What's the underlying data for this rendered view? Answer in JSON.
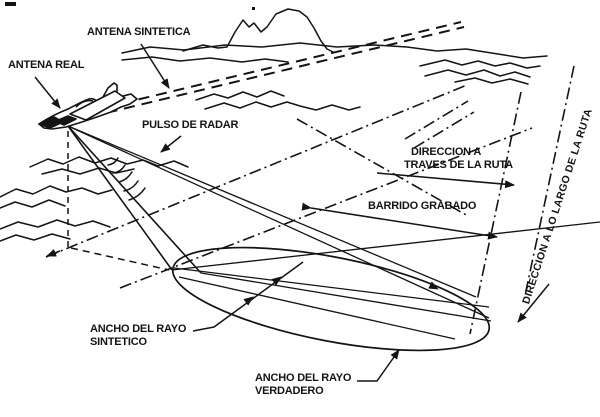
{
  "diagram": {
    "description": "Synthetic aperture radar (SAR) geometry diagram with aircraft, beams and ground footprint",
    "labels": {
      "antena_sintetica": "ANTENA SINTETICA",
      "antena_real": "ANTENA REAL",
      "pulso_de_radar": "PULSO DE RADAR",
      "direccion_traves_l1": "DIRECCION A",
      "direccion_traves_l2": "TRAVES DE LA RUTA",
      "barrido_grabado": "BARRIDO GRABADO",
      "direccion_largo": "DIRECCION A LO LARGO DE LA RUTA",
      "ancho_sintetico_l1": "ANCHO DEL RAYO",
      "ancho_sintetico_l2": "SINTETICO",
      "ancho_verdadero_l1": "ANCHO DEL RAYO",
      "ancho_verdadero_l2": "VERDADERO"
    },
    "colors": {
      "ink": "#141414",
      "background": "#ffffff"
    }
  }
}
